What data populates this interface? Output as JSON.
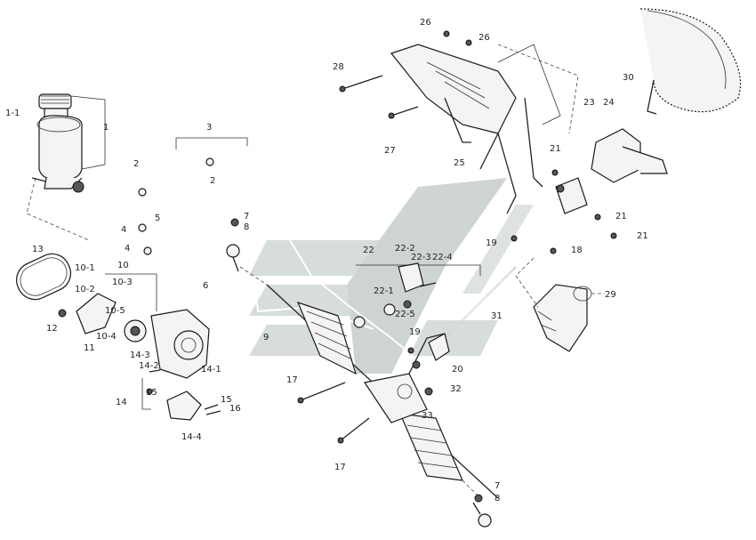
{
  "colors": {
    "line": "#222222",
    "watermark": "#9aa3a3"
  },
  "labels": {
    "l1_1": "1-1",
    "l1": "1",
    "l2a": "2",
    "l2b": "2",
    "l3": "3",
    "l4a": "4",
    "l4b": "4",
    "l5": "5",
    "l6": "6",
    "l7a": "7",
    "l7b": "7",
    "l8a": "8",
    "l8b": "8",
    "l9": "9",
    "l10": "10",
    "l10_1": "10-1",
    "l10_2": "10-2",
    "l10_3": "10-3",
    "l10_4": "10-4",
    "l10_5": "10-5",
    "l11": "11",
    "l12": "12",
    "l13": "13",
    "l14": "14",
    "l14_1": "14-1",
    "l14_2": "14-2",
    "l14_3": "14-3",
    "l14_4": "14-4",
    "l15a": "15",
    "l15b": "15",
    "l16": "16",
    "l17a": "17",
    "l17b": "17",
    "l18": "18",
    "l19a": "19",
    "l19b": "19",
    "l20": "20",
    "l21a": "21",
    "l21b": "21",
    "l21c": "21",
    "l22": "22",
    "l22_1": "22-1",
    "l22_2": "22-2",
    "l22_3": "22-3",
    "l22_4": "22-4",
    "l22_5": "22-5",
    "l23": "23",
    "l24": "24",
    "l25": "25",
    "l26a": "26",
    "l26b": "26",
    "l27": "27",
    "l28": "28",
    "l29": "29",
    "l30": "30",
    "l31": "31",
    "l32": "32",
    "l33": "33"
  }
}
